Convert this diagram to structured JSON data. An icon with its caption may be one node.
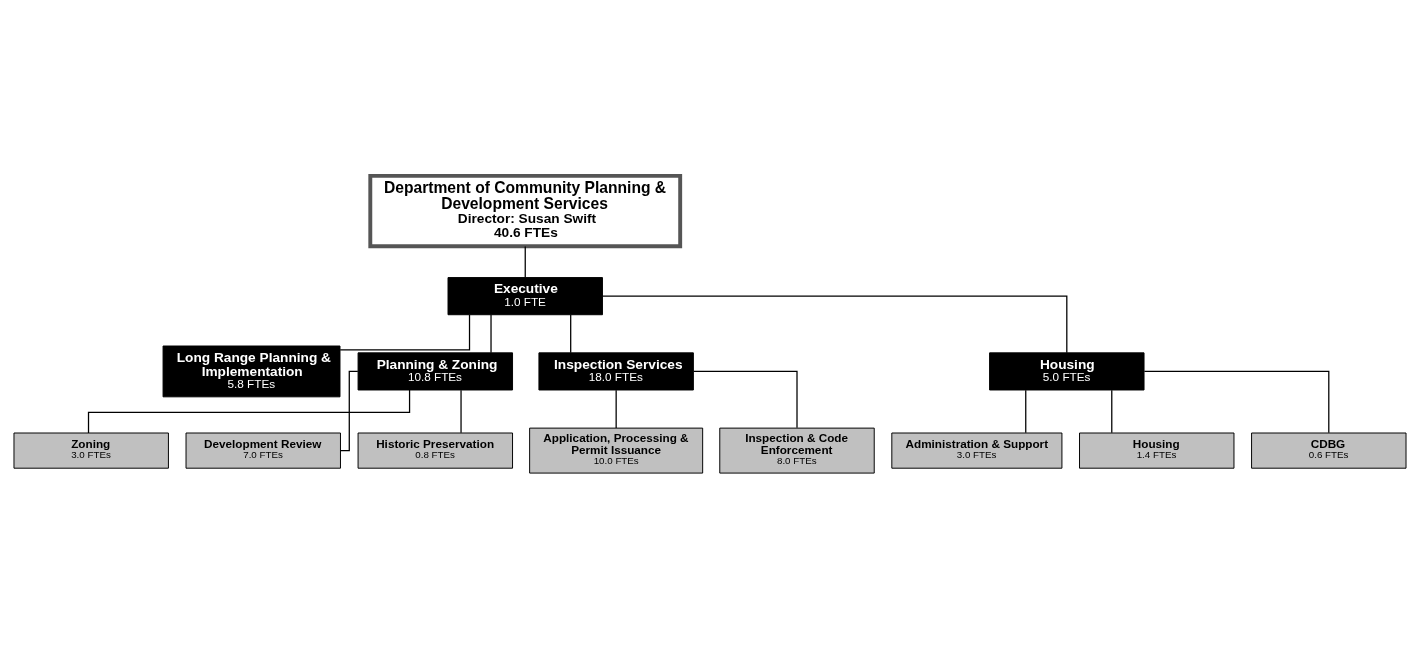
{
  "diagram": {
    "nodes": [
      {
        "text": [
          "Department of Community Planning & Development Services",
          "Director: Susan Swift",
          "40.6 FTEs"
        ]
      },
      {
        "text": [
          "Executive",
          "1.0 FTE"
        ]
      },
      {
        "text": [
          "Long Range Planning & Implementation",
          "5.8 FTEs"
        ]
      },
      {
        "text": [
          "Planning & Zoning",
          "10.8 FTEs"
        ]
      },
      {
        "text": [
          "Inspection Services",
          "18.0 FTEs"
        ]
      },
      {
        "text": [
          "Housing",
          "5.0 FTEs"
        ]
      },
      {
        "text": [
          "Zoning",
          "3.0 FTEs"
        ]
      },
      {
        "text": [
          "Development Review",
          "7.0 FTEs"
        ]
      },
      {
        "text": [
          "Historic Preservation",
          "0.8 FTEs"
        ]
      },
      {
        "text": [
          "Application, Processing & Permit Issuance",
          "10.0 FTEs"
        ]
      },
      {
        "text": [
          "Inspection & Code Enforcement",
          "8.0 FTEs"
        ]
      },
      {
        "text": [
          "Administration & Support",
          "3.0 FTEs"
        ]
      },
      {
        "text": [
          "Housing",
          "1.4 FTEs"
        ]
      },
      {
        "text": [
          "CDBG",
          "0.6 FTEs"
        ]
      }
    ],
    "edges": [
      {
        "from": 0,
        "to": 1,
        "arrow": "none"
      },
      {
        "from": 1,
        "to": 2,
        "arrow": "none"
      },
      {
        "from": 1,
        "to": 3,
        "arrow": "none"
      },
      {
        "from": 1,
        "to": 4,
        "arrow": "none"
      },
      {
        "from": 1,
        "to": 5,
        "arrow": "none"
      },
      {
        "from": 3,
        "to": 6,
        "arrow": "none"
      },
      {
        "from": 3,
        "to": 7,
        "arrow": "none"
      },
      {
        "from": 3,
        "to": 8,
        "arrow": "none"
      },
      {
        "from": 4,
        "to": 9,
        "arrow": "none"
      },
      {
        "from": 4,
        "to": 10,
        "arrow": "none"
      },
      {
        "from": 5,
        "to": 11,
        "arrow": "none"
      },
      {
        "from": 5,
        "to": 12,
        "arrow": "none"
      },
      {
        "from": 5,
        "to": 13,
        "arrow": "none"
      }
    ]
  }
}
